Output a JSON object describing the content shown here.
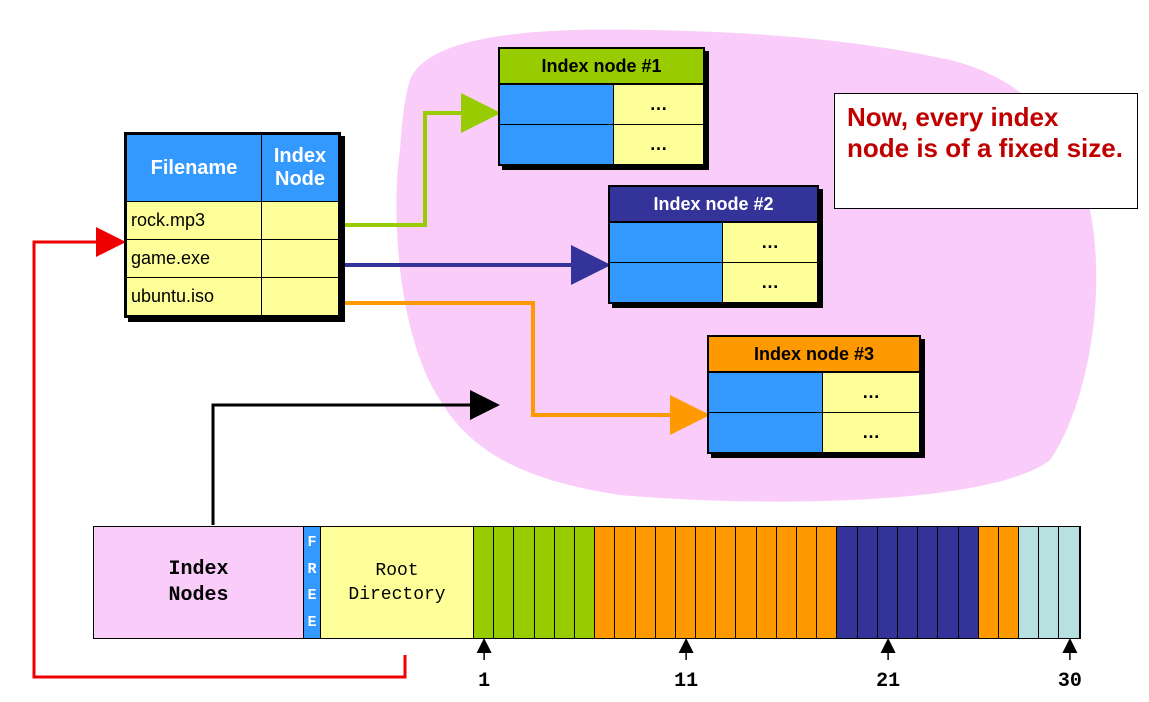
{
  "file_table": {
    "headers": [
      "Filename",
      "Index\nNode"
    ],
    "rows": [
      {
        "filename": "rock.mp3",
        "index_node": ""
      },
      {
        "filename": "game.exe",
        "index_node": ""
      },
      {
        "filename": "ubuntu.iso",
        "index_node": ""
      }
    ]
  },
  "index_nodes": [
    {
      "title": "Index node #1",
      "header_color": "#99cc00",
      "title_color": "#000000",
      "rows": [
        "…",
        "…"
      ]
    },
    {
      "title": "Index node #2",
      "header_color": "#333399",
      "title_color": "#ffffff",
      "rows": [
        "…",
        "…"
      ]
    },
    {
      "title": "Index node #3",
      "header_color": "#ff9900",
      "title_color": "#000000",
      "rows": [
        "…",
        "…"
      ]
    }
  ],
  "note": "Now, every index node is of a fixed size.",
  "disk": {
    "index_nodes_label": "Index\nNodes",
    "free_label": [
      "F",
      "R",
      "E",
      "E"
    ],
    "root_label": "Root\nDirectory",
    "block_colors": [
      "#99cc00",
      "#99cc00",
      "#99cc00",
      "#99cc00",
      "#99cc00",
      "#99cc00",
      "#ff9900",
      "#ff9900",
      "#ff9900",
      "#ff9900",
      "#ff9900",
      "#ff9900",
      "#ff9900",
      "#ff9900",
      "#ff9900",
      "#ff9900",
      "#ff9900",
      "#ff9900",
      "#333399",
      "#333399",
      "#333399",
      "#333399",
      "#333399",
      "#333399",
      "#333399",
      "#ff9900",
      "#ff9900",
      "#b7e1e1",
      "#b7e1e1",
      "#b7e1e1"
    ],
    "ticks": [
      1,
      11,
      21,
      30
    ]
  },
  "colors": {
    "inode_area": "#f9ccf9",
    "link_red": "#ee0000",
    "note_text": "#c00000"
  }
}
